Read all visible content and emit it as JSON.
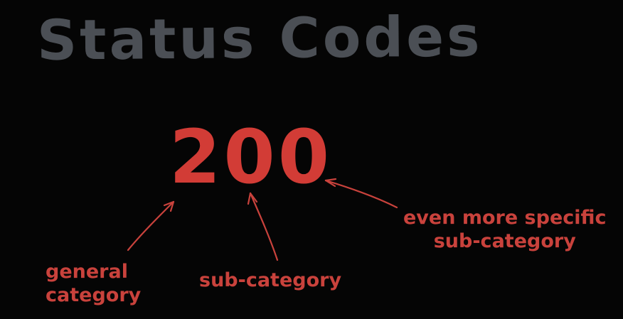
{
  "diagram": {
    "title": "Status Codes",
    "code": "200",
    "annotations": {
      "general": [
        "general",
        "category"
      ],
      "sub": "sub-category",
      "specific": [
        "even more specific",
        "sub-category"
      ]
    },
    "colors": {
      "background": "#050505",
      "title": "#4b4f55",
      "code": "#d23c36",
      "annotation": "#c9423c"
    }
  }
}
